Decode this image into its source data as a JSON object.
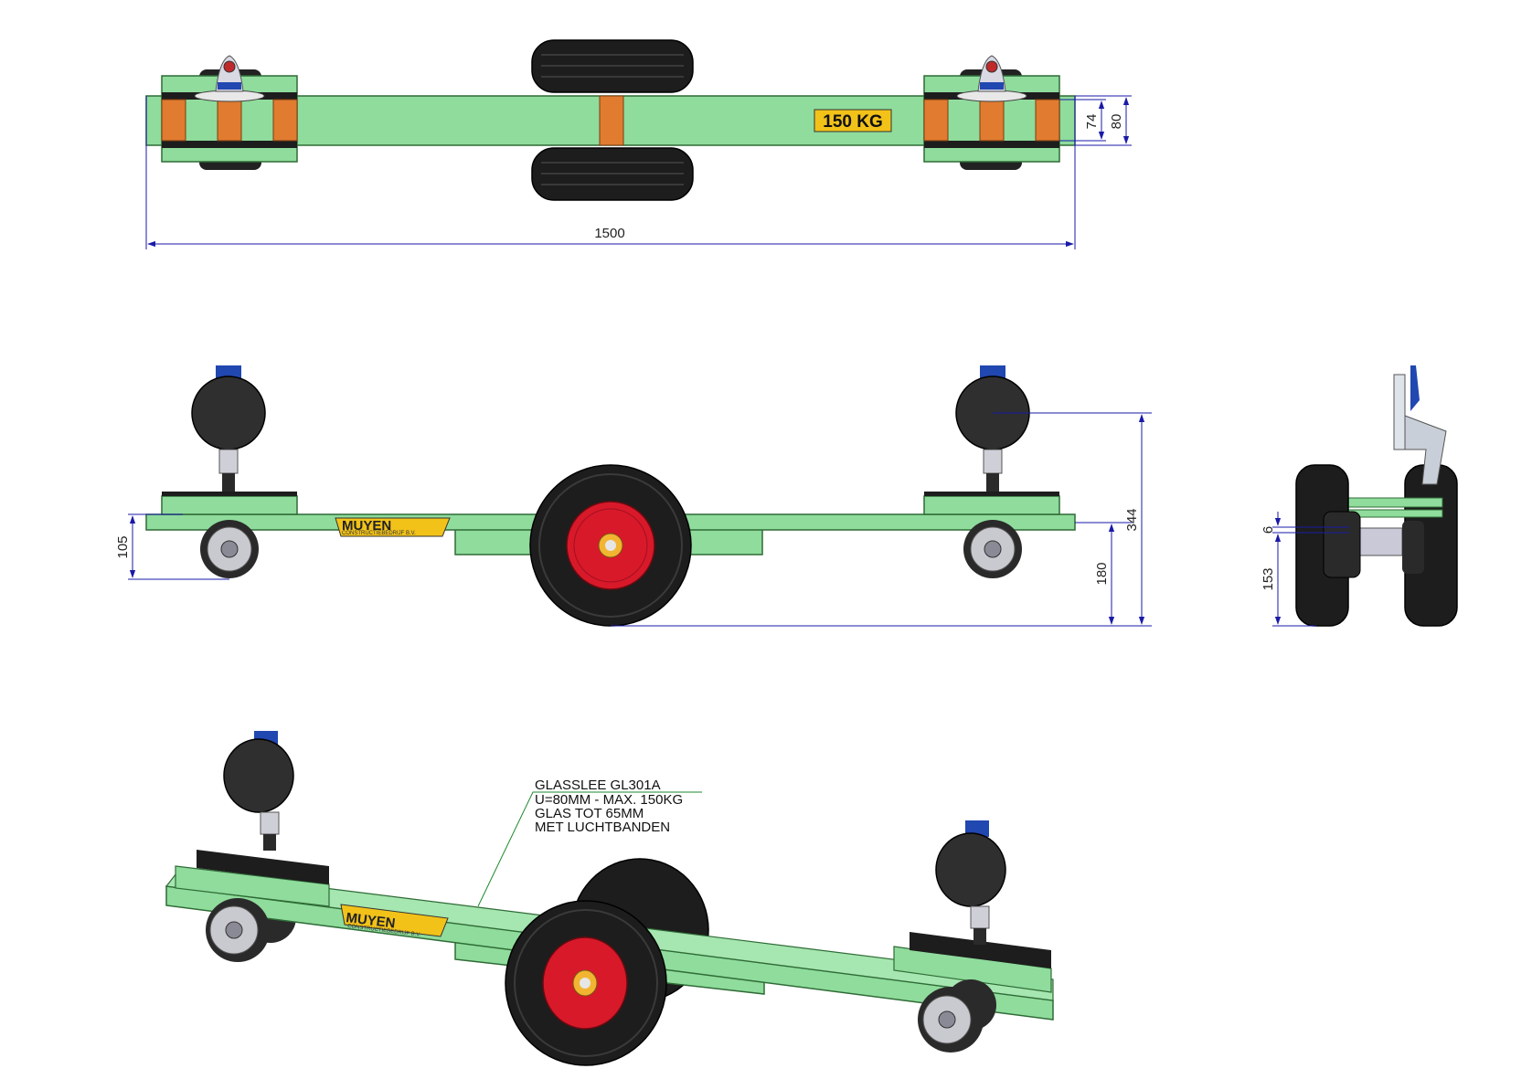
{
  "colors": {
    "frame": "#8fdc9c",
    "frame_stroke": "#2f6b36",
    "rubber": "#e07b30",
    "tire": "#1d1d1d",
    "rim": "#d8192a",
    "hub": "#f2b531",
    "cup": "#2f2f2f",
    "dimension": "#1a1aa8",
    "leader": "#1c8a2e",
    "badge": "#f2c219"
  },
  "top_view": {
    "capacity_badge": "150 KG",
    "dim_length": "1500",
    "dim_inner_height": "74",
    "dim_outer_height": "80"
  },
  "side_view": {
    "logo_text": "MUYEN",
    "logo_subtext": "CONSTRUCTIEBEDRIJF B.V.",
    "dim_caster_height": "105",
    "dim_axle_height": "180",
    "dim_total_height": "344"
  },
  "end_view": {
    "dim_gap": "6",
    "dim_height": "153"
  },
  "iso_view": {
    "logo_text": "MUYEN",
    "logo_subtext": "CONSTRUCTIEBEDRIJF B.V.",
    "note_lines": [
      "GLASSLEE GL301A",
      "U=80MM - MAX. 150KG",
      "GLAS TOT 65MM",
      "MET LUCHTBANDEN"
    ]
  }
}
